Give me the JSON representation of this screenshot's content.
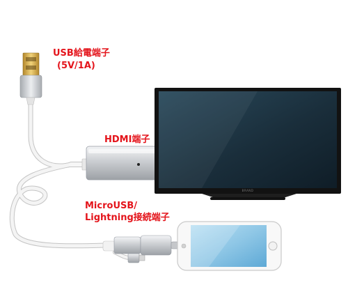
{
  "labels": {
    "usb_power": "USB給電端子",
    "usb_power_spec": "(5V/1A)",
    "hdmi": "HDMI端子",
    "micro_line1": "MicroUSB/",
    "micro_line2": "Lightning接続端子"
  },
  "tv_brand": "BRAND",
  "colors": {
    "label_text": "#e4141b",
    "cable": "#f2f2f2",
    "metal": "#c9ccd0",
    "tv_frame": "#161616",
    "tv_screen": "#1e3442",
    "phone_screen": "#8fc7e6"
  }
}
